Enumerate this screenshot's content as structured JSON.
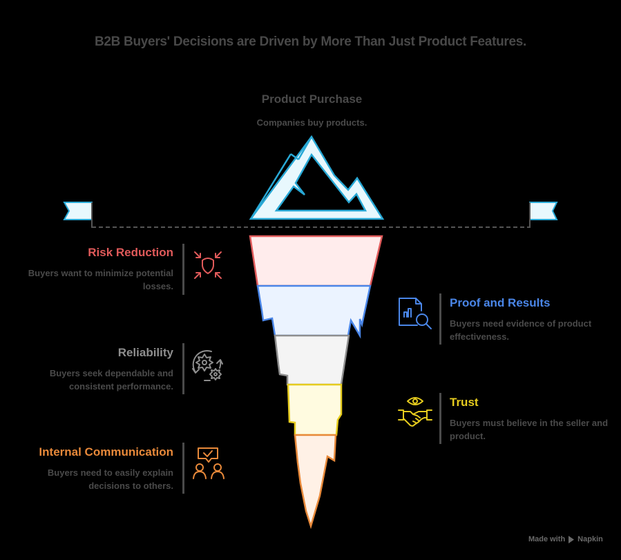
{
  "title": "B2B Buyers' Decisions are Driven by More Than Just Product Features.",
  "peak": {
    "label": "Product Purchase",
    "description": "Companies buy products."
  },
  "layers": [
    {
      "label": "Risk Reduction",
      "description": "Buyers want to minimize potential losses.",
      "icon": "shield-converging-arrows-icon",
      "color": "#e05a5a",
      "fill": "#ffecec",
      "side": "left"
    },
    {
      "label": "Proof and Results",
      "description": "Buyers need evidence of product effectiveness.",
      "icon": "document-chart-magnifier-icon",
      "color": "#4a86e8",
      "fill": "#ebf3ff",
      "side": "right"
    },
    {
      "label": "Reliability",
      "description": "Buyers seek dependable and consistent performance.",
      "icon": "gears-cycle-icon",
      "color": "#8e8e8e",
      "fill": "#f4f4f4",
      "side": "left"
    },
    {
      "label": "Trust",
      "description": "Buyers must believe in the seller and product.",
      "icon": "eye-handshake-icon",
      "color": "#e6cc1e",
      "fill": "#fffbe0",
      "side": "right"
    },
    {
      "label": "Internal Communication",
      "description": "Buyers need to easily explain decisions to others.",
      "icon": "people-approval-chat-icon",
      "color": "#e8893a",
      "fill": "#fff1e6",
      "side": "left"
    }
  ],
  "colors": {
    "background": "#000000",
    "peak_stroke": "#29a9d6",
    "peak_fill": "#e8f8fd",
    "waterline": "#555555",
    "text_gray": "#4a4a4a"
  },
  "footer": {
    "made_with": "Made with",
    "brand": "Napkin"
  }
}
